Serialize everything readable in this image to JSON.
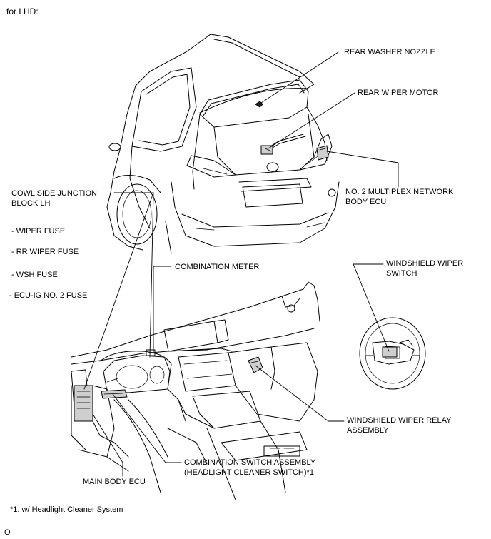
{
  "header": {
    "title": "for LHD:"
  },
  "labels": {
    "rear_washer_nozzle": "REAR WASHER NOZZLE",
    "rear_wiper_motor": "REAR WIPER MOTOR",
    "no2_multiplex_line1": "NO. 2 MULTIPLEX NETWORK",
    "no2_multiplex_line2": "BODY ECU",
    "cowl_side_line1": "COWL SIDE JUNCTION",
    "cowl_side_line2": "BLOCK LH",
    "wiper_fuse": "- WIPER FUSE",
    "rr_wiper_fuse": "- RR WIPER FUSE",
    "wsh_fuse": "- WSH FUSE",
    "ecu_ig_fuse": "- ECU-IG NO. 2 FUSE",
    "combination_meter": "COMBINATION METER",
    "windshield_wiper_switch_line1": "WINDSHIELD WIPER",
    "windshield_wiper_switch_line2": "SWITCH",
    "windshield_relay_line1": "WINDSHIELD WIPER RELAY",
    "windshield_relay_line2": "ASSEMBLY",
    "combination_switch_line1": "COMBINATION SWITCH ASSEMBLY",
    "combination_switch_line2": "(HEADLIGHT CLEANER SWITCH)*1",
    "main_body_ecu": "MAIN BODY ECU"
  },
  "footnote": "*1: w/ Headlight Cleaner System",
  "figure_id": "O"
}
